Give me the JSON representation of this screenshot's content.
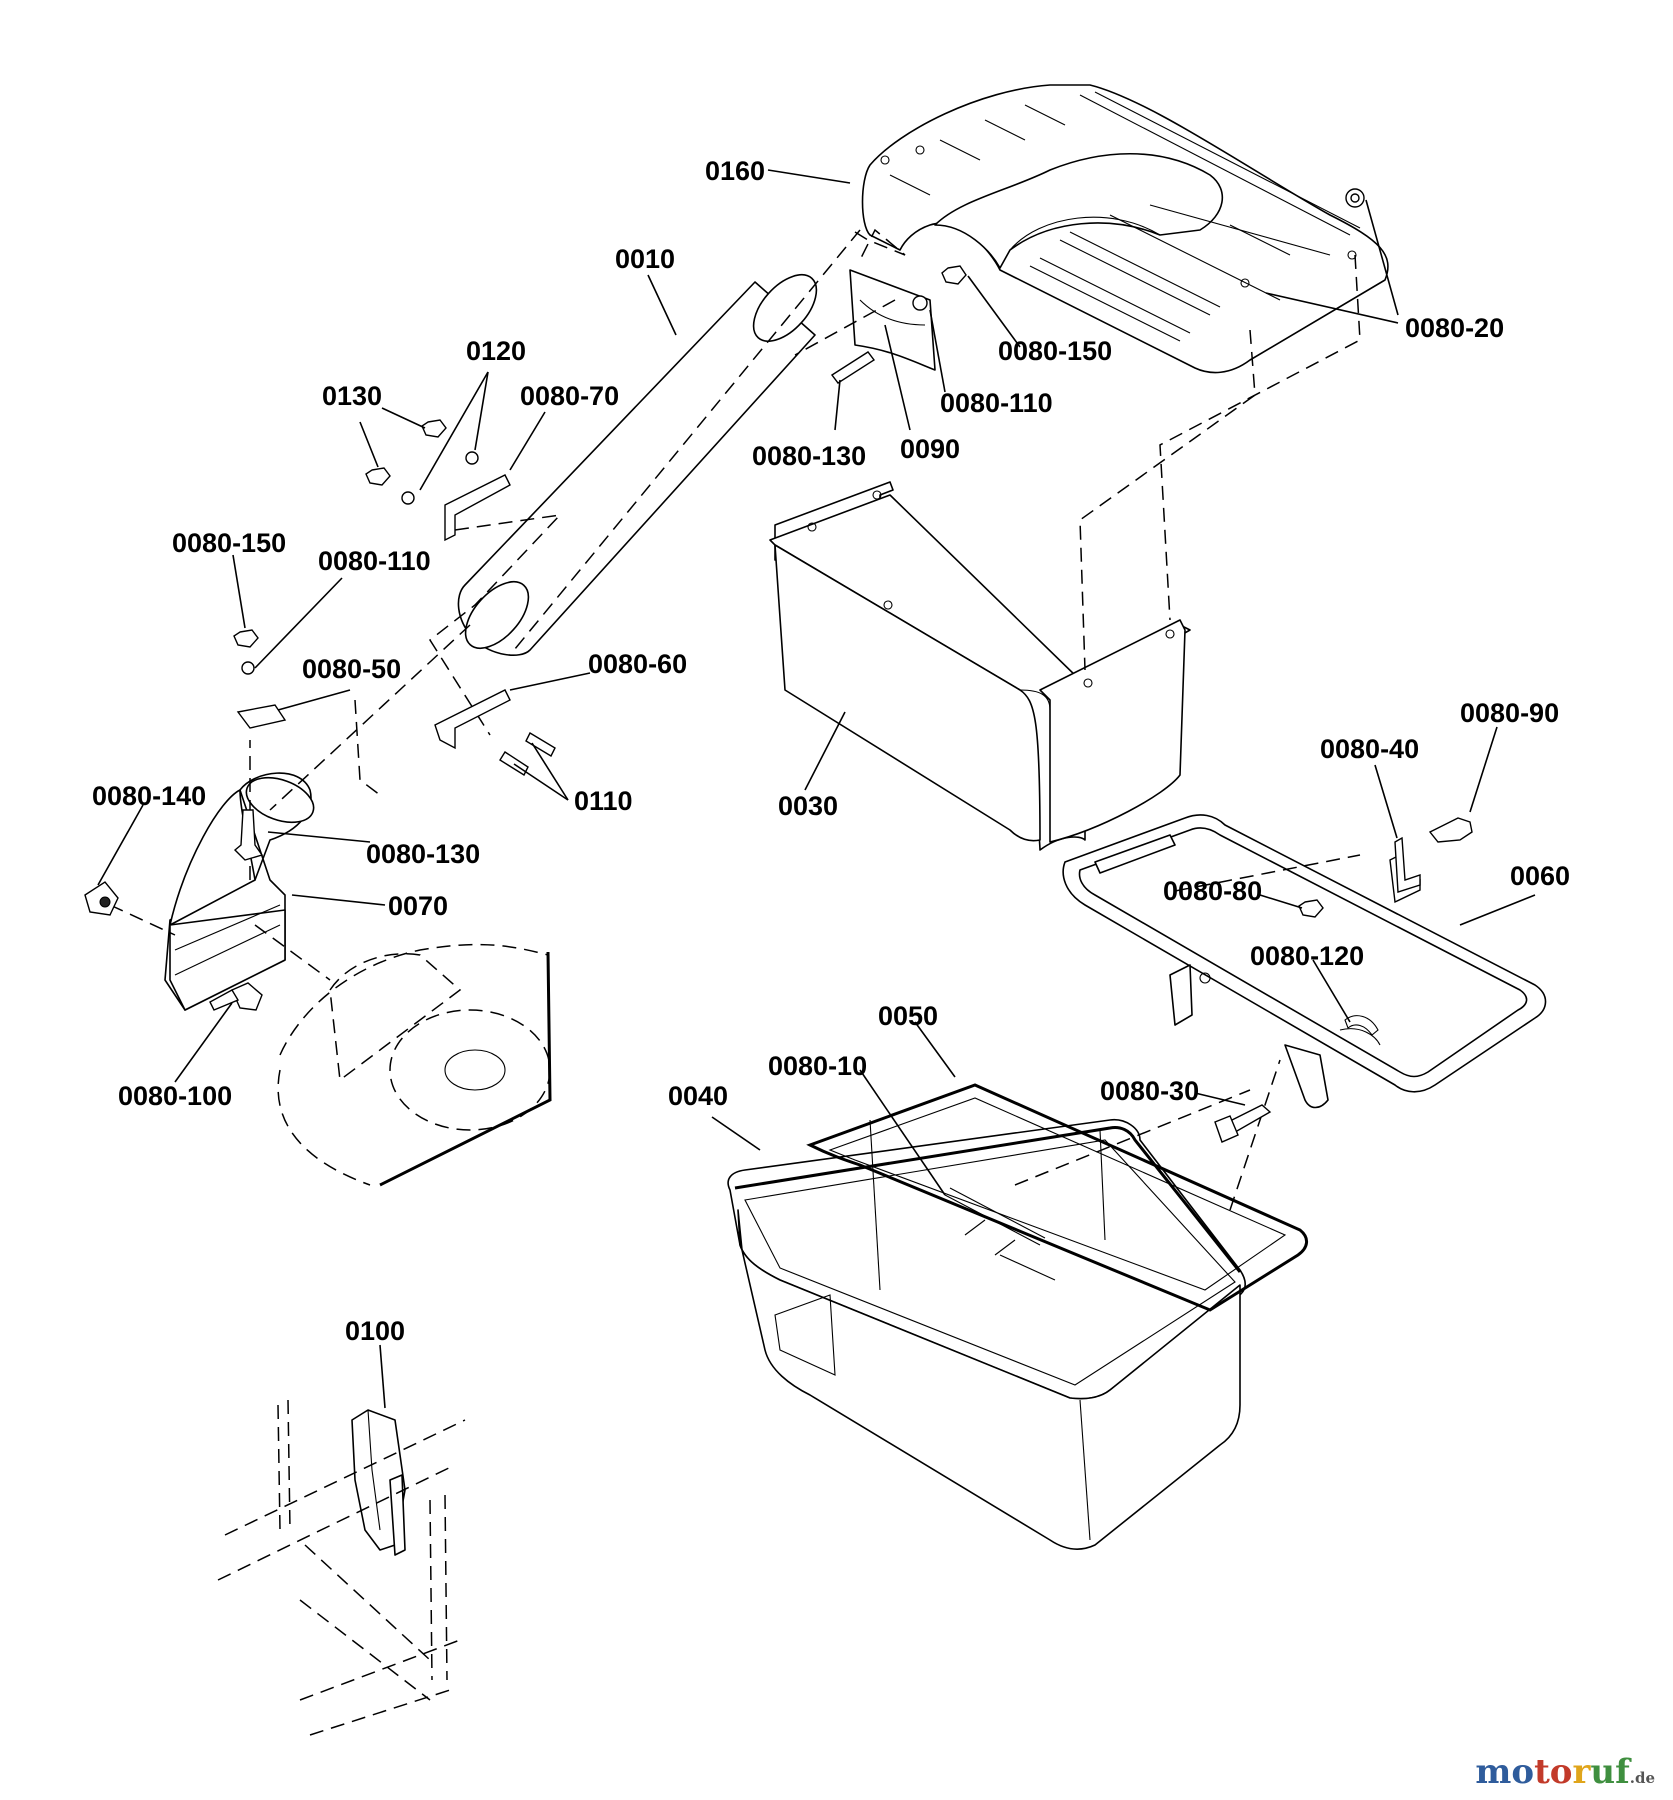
{
  "callouts": [
    "0160",
    "0010",
    "0080-20",
    "0080-150",
    "0120",
    "0130",
    "0080-70",
    "0080-110",
    "0080-130",
    "0090",
    "0080-150",
    "0080-110",
    "0080-50",
    "0080-60",
    "0110",
    "0080-140",
    "0080-130",
    "0070",
    "0080-100",
    "0030",
    "0080-90",
    "0080-40",
    "0060",
    "0080-80",
    "0080-120",
    "0050",
    "0080-10",
    "0040",
    "0080-30",
    "0100"
  ],
  "watermark": {
    "part1": "mo",
    "part2": "to",
    "part3": "r",
    "part4": "uf",
    "tld": ".de"
  }
}
